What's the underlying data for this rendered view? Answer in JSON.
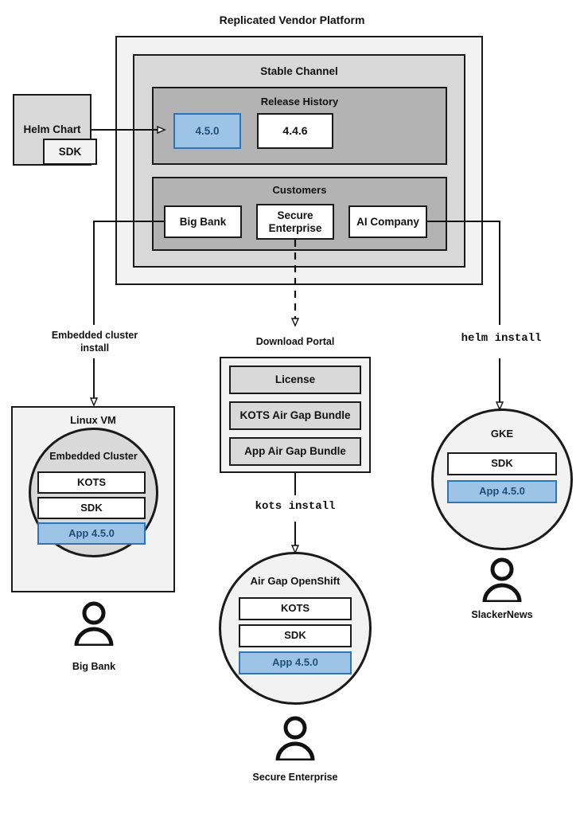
{
  "title": "Replicated Vendor Platform",
  "platform": {
    "stable_channel": {
      "title": "Stable Channel",
      "release_history": {
        "title": "Release History",
        "releases": [
          {
            "version": "4.5.0",
            "highlighted": true
          },
          {
            "version": "4.4.6",
            "highlighted": false
          }
        ]
      },
      "customers": {
        "title": "Customers",
        "items": [
          {
            "name": "Big Bank"
          },
          {
            "name": "Secure Enterprise"
          },
          {
            "name": "AI Company"
          }
        ]
      }
    }
  },
  "helm_chart": {
    "title": "Helm Chart",
    "sdk_label": "SDK"
  },
  "connectors": {
    "embedded_cluster_install": "Embedded cluster install",
    "helm_install": "helm install",
    "kots_install": "kots install"
  },
  "download_portal": {
    "title": "Download Portal",
    "artifacts": [
      "License",
      "KOTS Air Gap Bundle",
      "App Air Gap Bundle"
    ]
  },
  "linux_vm": {
    "title": "Linux VM",
    "embedded_cluster": {
      "title": "Embedded Cluster",
      "components": [
        {
          "label": "KOTS",
          "highlighted": false
        },
        {
          "label": "SDK",
          "highlighted": false
        },
        {
          "label": "App 4.5.0",
          "highlighted": true
        }
      ]
    },
    "customer": "Big Bank"
  },
  "air_gap_openshift": {
    "title": "Air Gap OpenShift",
    "components": [
      {
        "label": "KOTS",
        "highlighted": false
      },
      {
        "label": "SDK",
        "highlighted": false
      },
      {
        "label": "App 4.5.0",
        "highlighted": true
      }
    ],
    "customer": "Secure Enterprise"
  },
  "gke": {
    "title": "GKE",
    "components": [
      {
        "label": "SDK",
        "highlighted": false
      },
      {
        "label": "App 4.5.0",
        "highlighted": true
      }
    ],
    "customer": "SlackerNews"
  },
  "colors": {
    "outline": "#1a1a1a",
    "fill_outer": "#f2f2f2",
    "fill_mid": "#d9d9d9",
    "fill_inner": "#b3b3b3",
    "highlight_fill": "#9dc3e6",
    "highlight_border": "#2e75b6",
    "highlight_text": "#1f4e79",
    "white": "#ffffff"
  }
}
